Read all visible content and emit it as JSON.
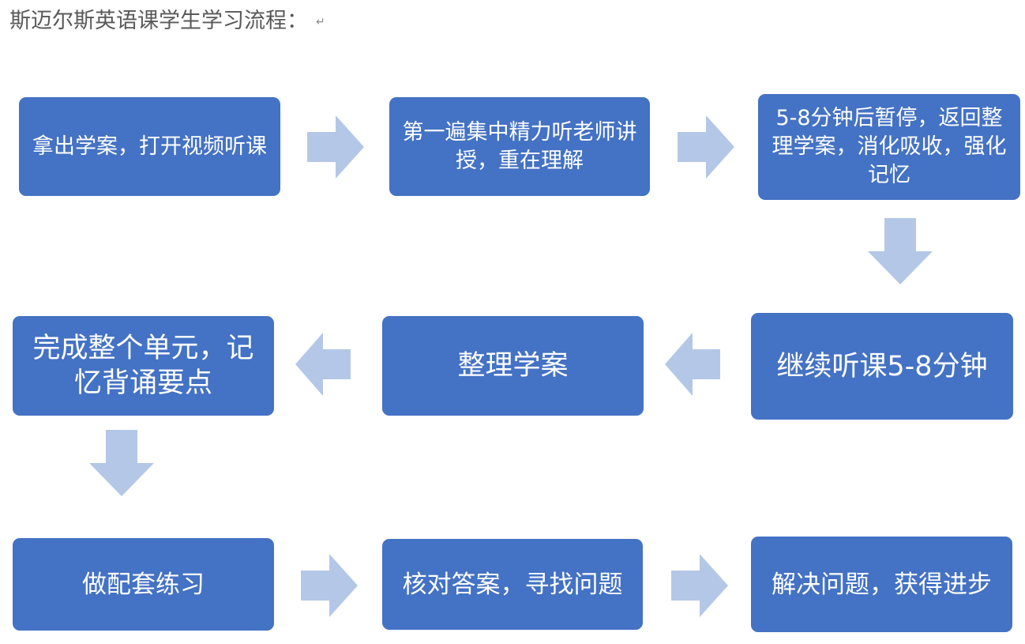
{
  "heading": {
    "text": "斯迈尔斯英语课学生学习流程：",
    "mark": "↵"
  },
  "colors": {
    "box_fill": "#4472c4",
    "arrow_fill": "#b4c7e7",
    "box_text": "#ffffff",
    "heading_text": "#595959"
  },
  "steps": [
    {
      "text": "拿出学案，打开视频听课"
    },
    {
      "text": "第一遍集中精力听老师讲授，重在理解"
    },
    {
      "text": "5-8分钟后暂停，返回整理学案，消化吸收，强化记忆"
    },
    {
      "text": "继续听课5-8分钟"
    },
    {
      "text": "整理学案"
    },
    {
      "text": "完成整个单元，记忆背诵要点"
    },
    {
      "text": "做配套练习"
    },
    {
      "text": "核对答案，寻找问题"
    },
    {
      "text": "解决问题，获得进步"
    }
  ],
  "arrows": [
    {
      "direction": "right"
    },
    {
      "direction": "right"
    },
    {
      "direction": "down"
    },
    {
      "direction": "left"
    },
    {
      "direction": "left"
    },
    {
      "direction": "down"
    },
    {
      "direction": "right"
    },
    {
      "direction": "right"
    }
  ]
}
